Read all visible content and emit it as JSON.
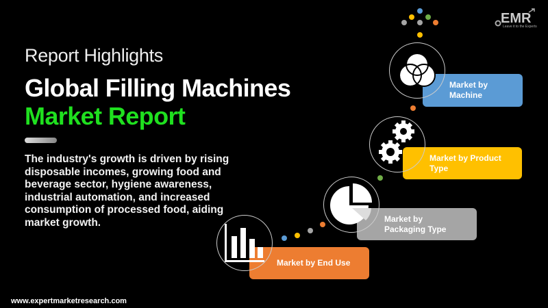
{
  "logo": {
    "text": "EMR",
    "tagline": "Leave it to the Experts!"
  },
  "header": {
    "kicker": "Report Highlights",
    "title_line1": "Global Filling Machines",
    "title_line2": "Market Report"
  },
  "description": "The industry's growth is driven by rising disposable incomes, growing food and beverage sector, hygiene awareness, industrial automation, and increased consumption of processed food, aiding market growth.",
  "segments": [
    {
      "label": "Market by Machine",
      "color": "#5b9bd5",
      "icon": "venn-diagram-icon"
    },
    {
      "label": "Market by Product Type",
      "color": "#ffc000",
      "icon": "gears-icon"
    },
    {
      "label": "Market by Packaging Type",
      "color": "#a5a5a5",
      "icon": "pie-chart-icon"
    },
    {
      "label": "Market by End Use",
      "color": "#ed7d31",
      "icon": "bar-chart-icon"
    }
  ],
  "colors": {
    "accent_green": "#1fe01f"
  },
  "footer": {
    "url": "www.expertmarketresearch.com"
  }
}
